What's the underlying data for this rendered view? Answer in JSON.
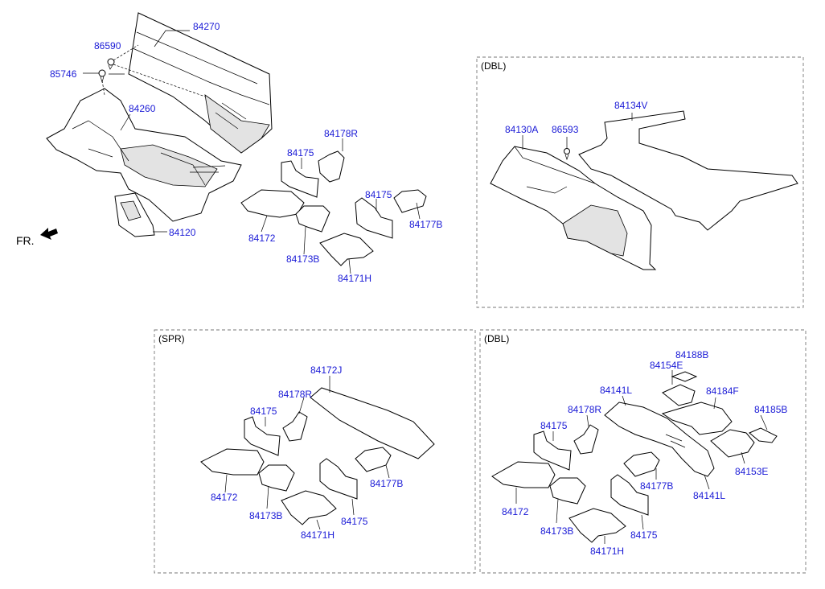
{
  "main": {
    "labels": {
      "p84270": "84270",
      "p86590": "86590",
      "p85746": "85746",
      "p84260": "84260",
      "p84120": "84120",
      "p84178R": "84178R",
      "p84175a": "84175",
      "p84175b": "84175",
      "p84172": "84172",
      "p84173B": "84173B",
      "p84177B": "84177B",
      "p84171H": "84171H"
    },
    "direction_label": "FR."
  },
  "dbl_top": {
    "header": "(DBL)",
    "labels": {
      "p84134V": "84134V",
      "p84130A": "84130A",
      "p86593": "86593"
    }
  },
  "spr": {
    "header": "(SPR)",
    "labels": {
      "p84172J": "84172J",
      "p84178R": "84178R",
      "p84175a": "84175",
      "p84172": "84172",
      "p84177B": "84177B",
      "p84173B": "84173B",
      "p84175b": "84175",
      "p84171H": "84171H"
    }
  },
  "dbl_bottom": {
    "header": "(DBL)",
    "labels": {
      "p84188B": "84188B",
      "p84154E": "84154E",
      "p84141La": "84141L",
      "p84184F": "84184F",
      "p84178R": "84178R",
      "p84185B": "84185B",
      "p84175a": "84175",
      "p84153E": "84153E",
      "p84177B": "84177B",
      "p84141Lb": "84141L",
      "p84172": "84172",
      "p84173B": "84173B",
      "p84175b": "84175",
      "p84171H": "84171H"
    }
  }
}
